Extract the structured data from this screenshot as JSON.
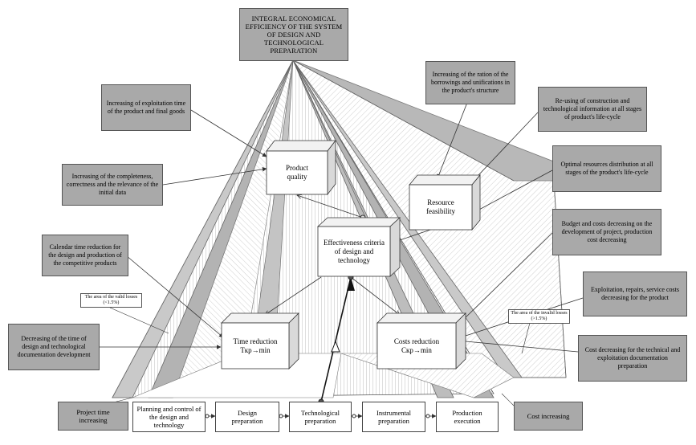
{
  "title": "INTEGRAL ECONOMICAL EFFICIENCY OF THE SYSTEM OF DESIGN AND TECHNOLOGICAL PREPARATION",
  "center": {
    "label": "Effectiveness criteria of design and technology"
  },
  "cubes": {
    "product_quality": "Product quality",
    "resource_feasibility": "Resource feasibility",
    "time_reduction": "Time reduction Ткр→min",
    "costs_reduction": "Costs reduction Скр→min"
  },
  "left_boxes": {
    "exploitation_time": "Increasing of exploitation time of the product and final goods",
    "completeness": "Increasing of the completeness, correctness and the relevance of the initial data",
    "calendar_time": "Calendar time reduction for the design and production of the competitive products",
    "decreasing_time": "Decreasing of the time of design and technological documentation development"
  },
  "right_boxes": {
    "borrowings": "Increasing of the ration of the borrowings and unifications in the product's structure",
    "reusing": "Re-using of construction and technological information at all stages of product's life-cycle",
    "resources_distribution": "Optimal resources distribution at all stages of the product's life-cycle",
    "budget": "Budget and costs decreasing on the development of project, production cost decreasing",
    "exploitation_costs": "Exploitation, repairs, service costs decreasing for the product",
    "documentation_costs": "Cost decreasing for the technical and exploitation documentation preparation"
  },
  "notes": {
    "valid_losses": "The area of the valid losses (<1.5%)",
    "invalid_losses": "The area of the invalid losses (>1.5%)"
  },
  "bottom": {
    "project_time": "Project time increasing",
    "cost_increasing": "Cost increasing",
    "flow": [
      "Planning and control of the design and technology",
      "Design preparation",
      "Technological preparation",
      "Instrumental preparation",
      "Production execution"
    ]
  }
}
